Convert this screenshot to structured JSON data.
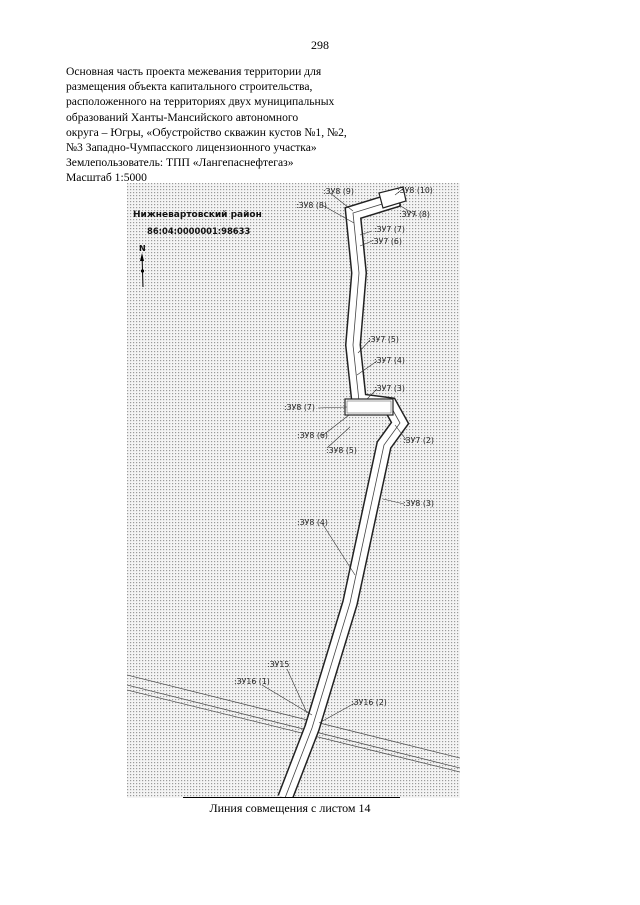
{
  "page_number": "298",
  "header": {
    "lines": [
      "Основная часть проекта межевания территории для",
      "размещения объекта капитального строительства,",
      "расположенного на территориях двух муниципальных",
      "образований Ханты-Мансийского автономного",
      "округа – Югры, «Обустройство скважин кустов №1, №2,",
      "№3 Западно-Чумпасского лицензионного участка»",
      "Землепользователь: ТПП «Лангепаснефтегаз»",
      "Масштаб 1:5000"
    ]
  },
  "map": {
    "district": "Нижневартовский район",
    "cadastral_number": "86:04:0000001:98633",
    "north_letter": "N",
    "labels": [
      ":ЗУ8 (9)",
      ":ЗУ8 (10)",
      ":ЗУ8 (8)",
      ":ЗУ7 (8)",
      ":ЗУ7 (7)",
      ":ЗУ7 (6)",
      ":ЗУ7 (5)",
      ":ЗУ7 (4)",
      ":ЗУ7 (3)",
      ":ЗУ8 (7)",
      ":ЗУ8 (6)",
      ":ЗУ7 (2)",
      ":ЗУ8 (5)",
      ":ЗУ8 (3)",
      ":ЗУ8 (4)",
      ":ЗУ15",
      ":ЗУ16 (1)",
      ":ЗУ16 (2)"
    ]
  },
  "footer": {
    "join_line_text": "Линия совмещения с листом 14"
  }
}
